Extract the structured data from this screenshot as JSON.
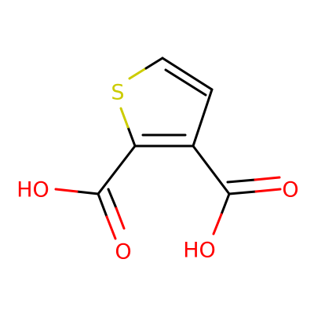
{
  "colors": {
    "background": "#FFFFFF",
    "bond": "#000000",
    "oxygen": "#FF0000",
    "sulfur": "#CCCC00"
  },
  "atoms": {
    "sulfur": "S",
    "hydroxyl_left": "HO",
    "carbonyl_oxygen_left": "O",
    "hydroxyl_right": "HO",
    "carbonyl_oxygen_right": "O"
  }
}
